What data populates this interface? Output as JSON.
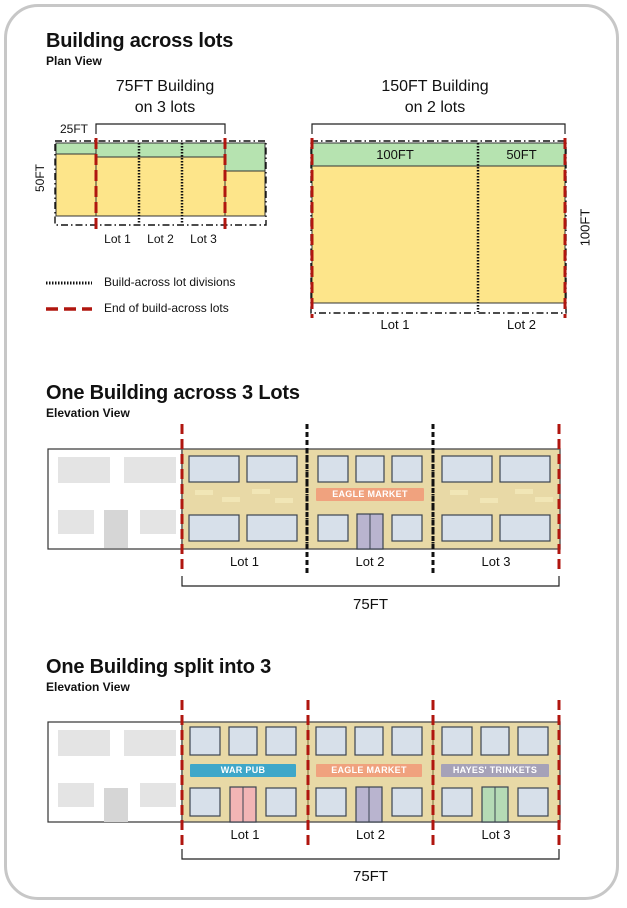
{
  "section1": {
    "title": "Building across lots",
    "subtitle": "Plan View",
    "left_title_line1": "75FT Building",
    "left_title_line2": "on 3 lots",
    "left_width_label": "25FT",
    "left_depth_label": "50FT",
    "left_lots": [
      "Lot 1",
      "Lot 2",
      "Lot 3"
    ],
    "right_title_line1": "150FT Building",
    "right_title_line2": "on 2 lots",
    "right_front_labels": [
      "100FT",
      "50FT"
    ],
    "right_depth_label": "100FT",
    "right_lots": [
      "Lot 1",
      "Lot 2"
    ],
    "legend": {
      "divisions": "Build-across lot divisions",
      "end": "End of build-across lots"
    }
  },
  "section2": {
    "title": "One Building across 3 Lots",
    "subtitle": "Elevation View",
    "sign": "EAGLE MARKET",
    "lots": [
      "Lot 1",
      "Lot 2",
      "Lot 3"
    ],
    "width_label": "75FT"
  },
  "section3": {
    "title": "One Building split into 3",
    "subtitle": "Elevation View",
    "signs": [
      "WAR PUB",
      "EAGLE MARKET",
      "HAYES' TRINKETS"
    ],
    "lots": [
      "Lot 1",
      "Lot 2",
      "Lot 3"
    ],
    "width_label": "75FT"
  },
  "colors": {
    "yard_green": "#b6e3b0",
    "building_yellow": "#fde58a",
    "facade_tan": "#e8d9a6",
    "window_blue": "#d7e0ea",
    "end_line_red": "#b0160f",
    "sign_orange": "#f0a27e",
    "sign_blue": "#3fa7c9",
    "sign_grey": "#a6a2b8"
  }
}
